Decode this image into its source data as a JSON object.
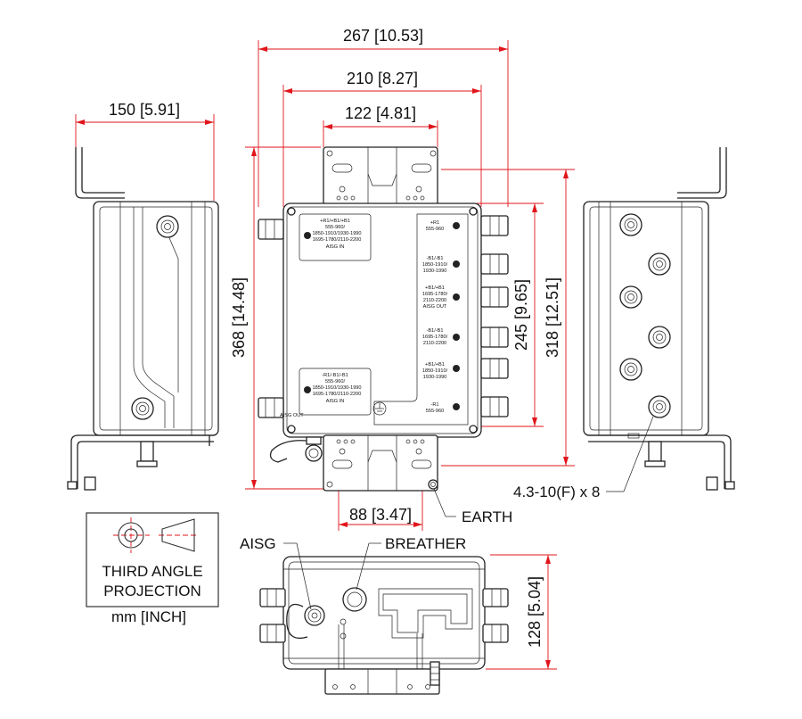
{
  "dimensions": {
    "overall_bracket_width": "267 [10.53]",
    "connector_span_width": "210 [8.27]",
    "bracket_width": "122 [4.81]",
    "side_depth": "150 [5.91]",
    "overall_height": "368 [14.48]",
    "connector_span_height": "245 [9.65]",
    "bracket_span_height": "318 [12.51]",
    "bracket_hole_spacing": "88 [3.47]",
    "bottom_depth": "128 [5.04]"
  },
  "callouts": {
    "mounting_holes": "4.3-10(F) x 8",
    "earth": "EARTH",
    "aisg": "AISG",
    "breather": "BREATHER"
  },
  "projection_box": {
    "line1": "THIRD ANGLE",
    "line2": "PROJECTION",
    "units": "mm [INCH]"
  },
  "port_labels": {
    "left_top": [
      "+R1/+B1/+B1",
      "555-960/",
      "1850-1910/1930-1990",
      "1695-1780/2110-2200",
      "AISG IN"
    ],
    "left_bottom": [
      "-R1/-B1/-B1",
      "555-960/",
      "1850-1910/1930-1990",
      "1695-1780/2110-2200",
      "AISG IN"
    ],
    "aisg_out": "AISG OUT",
    "right_1": [
      "+R1",
      "555-960"
    ],
    "right_2": [
      "-B1/-B1",
      "1850-1910/",
      "1930-1990"
    ],
    "right_3": [
      "+B1/+B1",
      "1695-1780/",
      "2110-2200",
      "AISG OUT"
    ],
    "right_4": [
      "-B1/-B1",
      "1695-1780/",
      "2110-2200"
    ],
    "right_5": [
      "+B1/+B1",
      "1850-1910/",
      "1930-1990"
    ],
    "right_6": [
      "-R1",
      "555-960"
    ]
  },
  "colors": {
    "dimension_lines": "#e0151b",
    "outline": "#222222"
  }
}
